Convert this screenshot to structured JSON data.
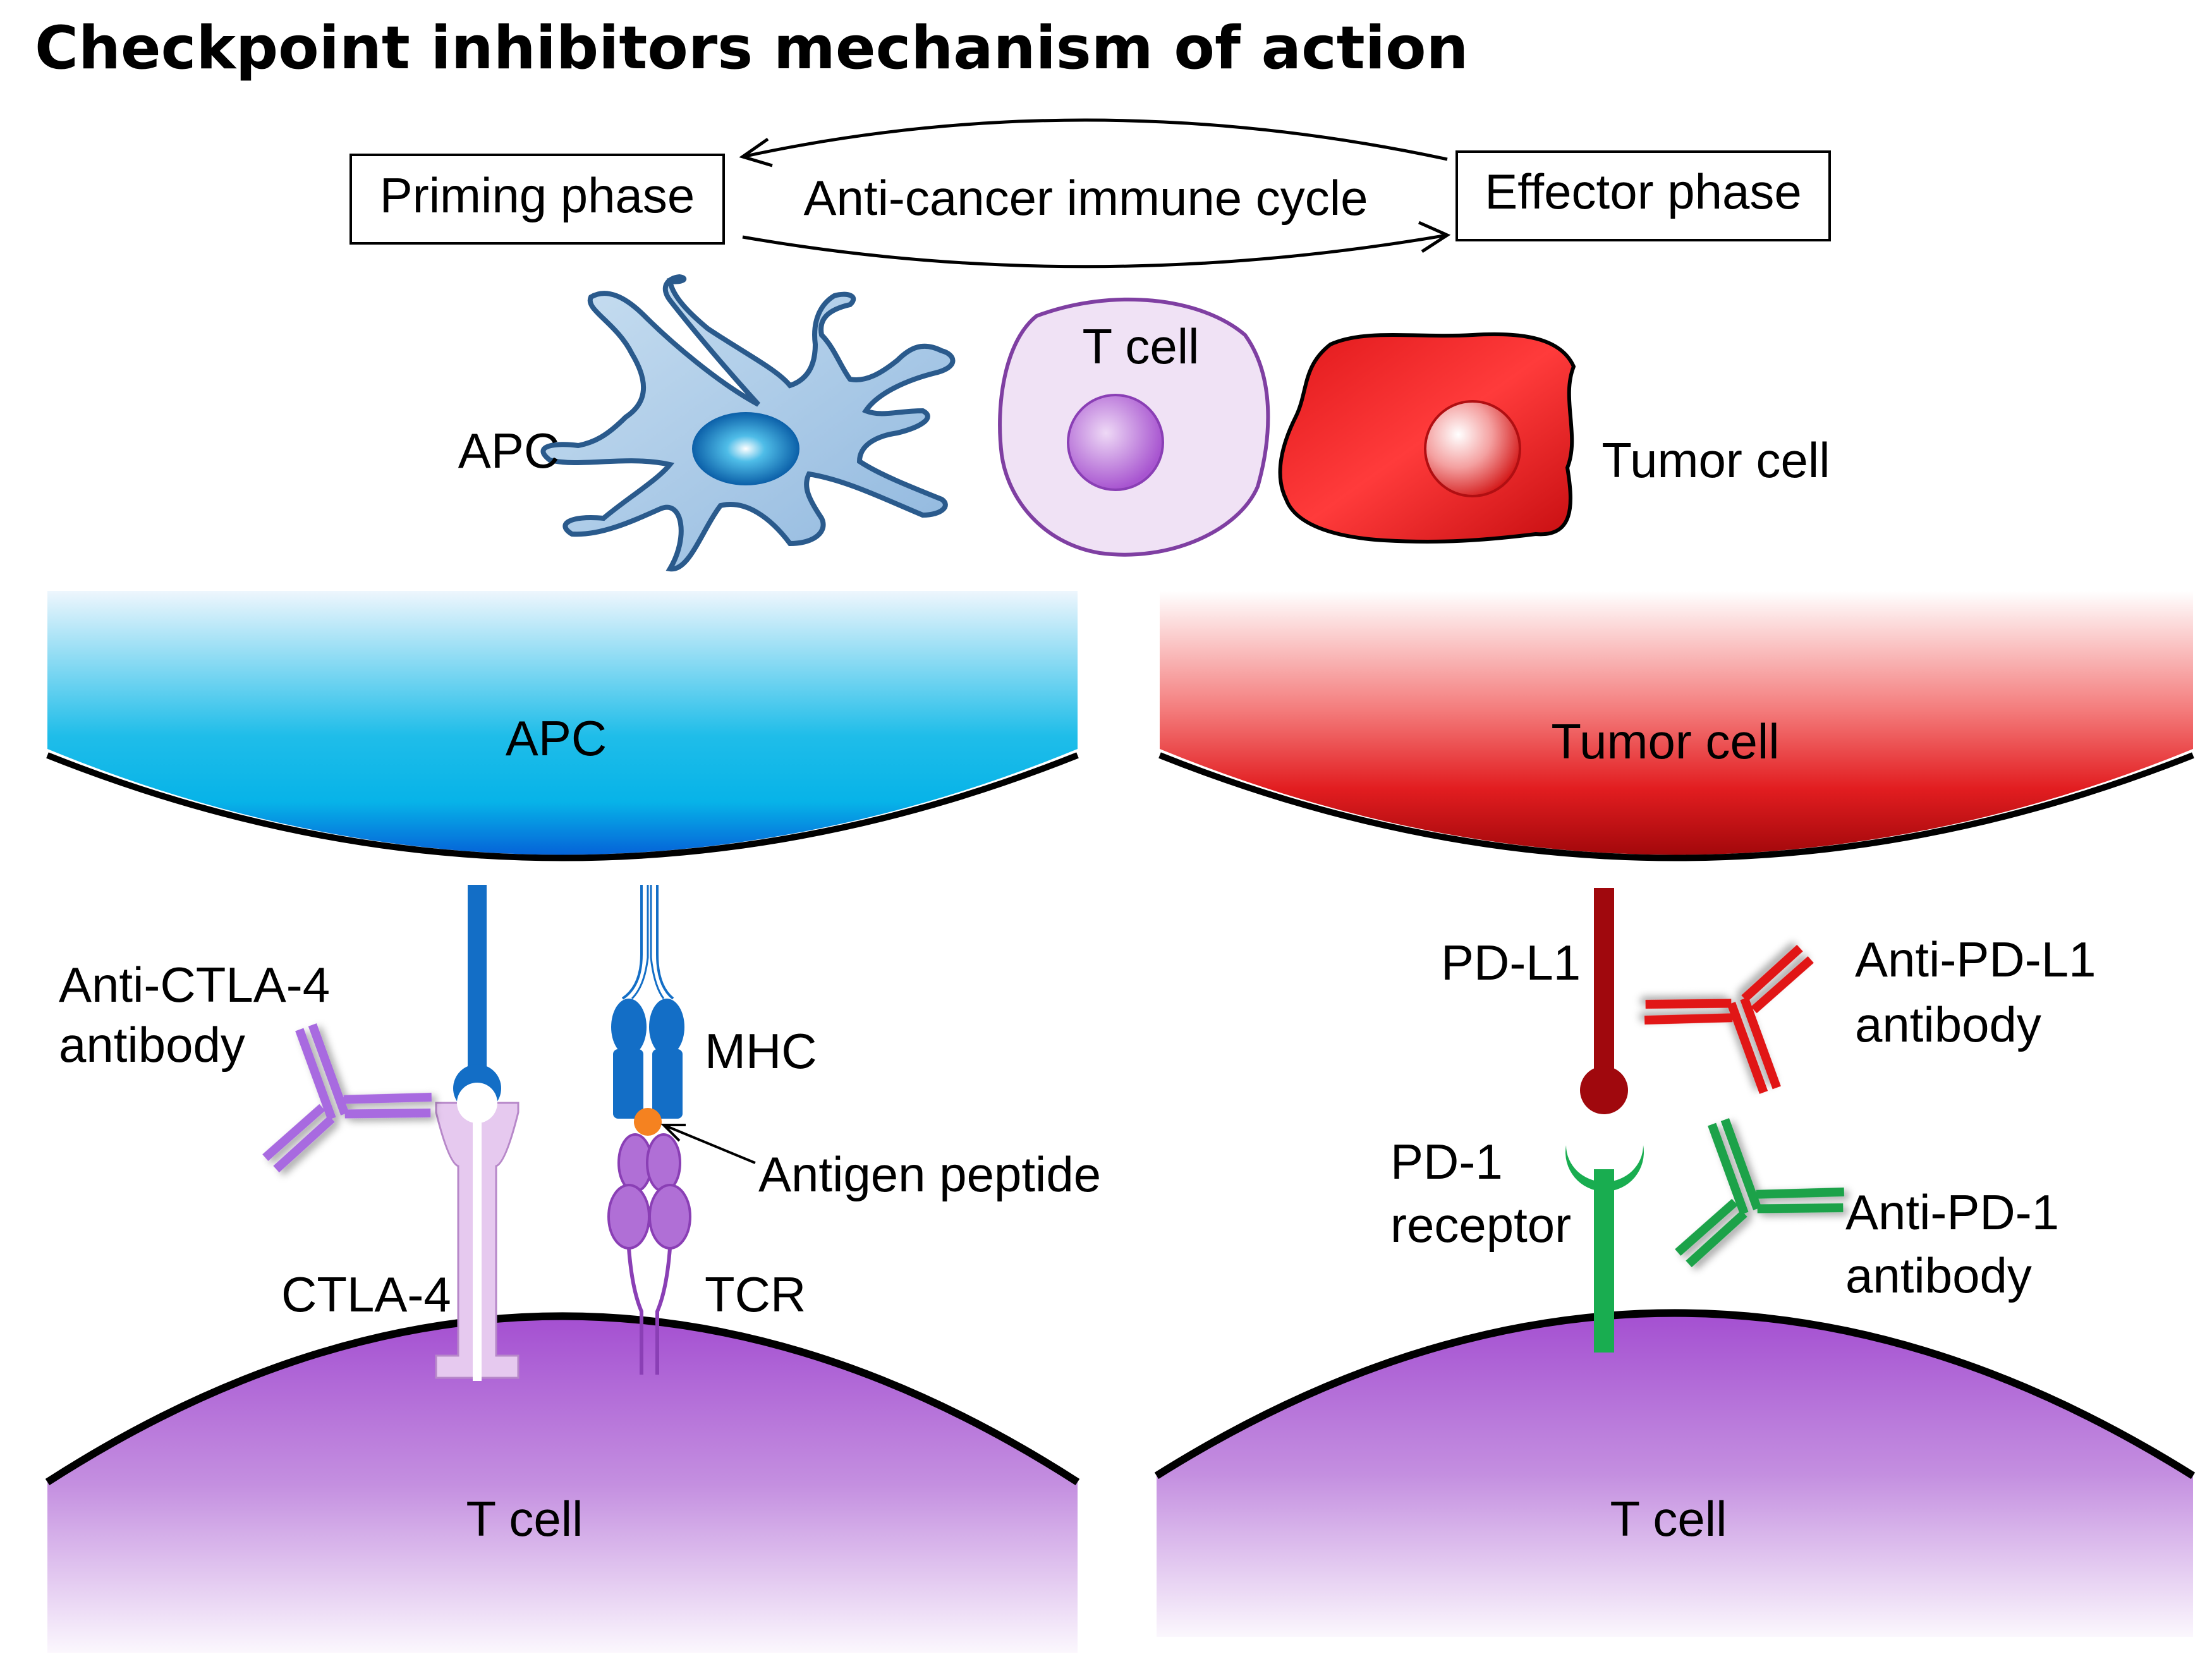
{
  "title": "Checkpoint inhibitors mechanism of action",
  "cycle": {
    "left_box": "Priming phase",
    "center_label": "Anti-cancer immune cycle",
    "right_box": "Effector phase"
  },
  "top_cells": {
    "apc": "APC",
    "t_cell": "T cell",
    "tumor_cell": "Tumor cell"
  },
  "left_panel": {
    "top_cell": "APC",
    "bottom_cell": "T cell",
    "antibody_line1": "Anti-CTLA-4",
    "antibody_line2": "antibody",
    "mhc": "MHC",
    "antigen": "Antigen peptide",
    "ctla4": "CTLA-4",
    "tcr": "TCR"
  },
  "right_panel": {
    "top_cell": "Tumor cell",
    "bottom_cell": "T cell",
    "pdl1": "PD-L1",
    "pd1_line1": "PD-1",
    "pd1_line2": "receptor",
    "anti_pdl1_line1": "Anti-PD-L1",
    "anti_pdl1_line2": "antibody",
    "anti_pd1_line1": "Anti-PD-1",
    "anti_pd1_line2": "antibody"
  },
  "colors": {
    "apc_blue": "#0aa6e6",
    "tumor_red": "#d90f12",
    "tcell_purple": "#b06fd6",
    "ctla4_lilac": "#e6c9ef",
    "pdl1_darkred": "#a0080d",
    "pd1_green": "#19ad50",
    "antibody_purple": "#a86be0",
    "antibody_red": "#e11515",
    "antibody_green": "#1aa24a"
  },
  "icons": [
    "dendritic-cell-icon",
    "t-cell-icon",
    "tumor-cell-icon",
    "antibody-icon"
  ]
}
